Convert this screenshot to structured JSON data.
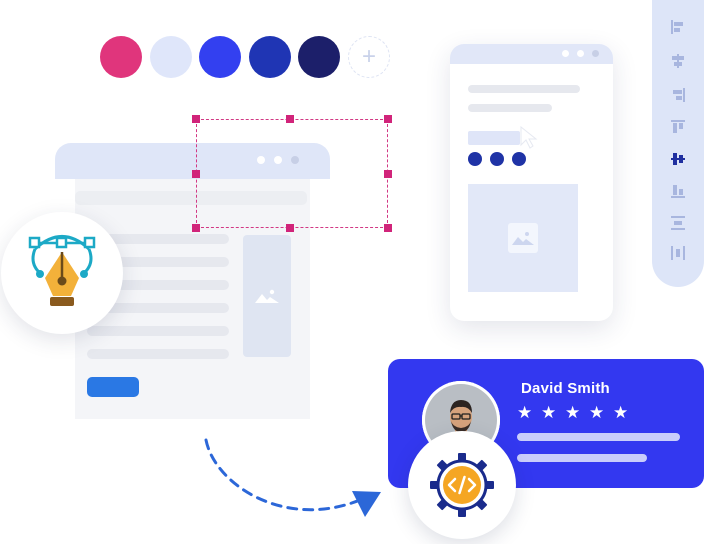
{
  "palette": {
    "swatches": [
      {
        "name": "pink",
        "color": "#e0357c"
      },
      {
        "name": "light-blue",
        "color": "#dfe6fa"
      },
      {
        "name": "bright-blue",
        "color": "#3340f0"
      },
      {
        "name": "royal-blue",
        "color": "#1f35b4"
      },
      {
        "name": "navy",
        "color": "#1c1f6a"
      }
    ],
    "add_icon": "plus-icon"
  },
  "desktop_wireframe": {
    "button_color": "#2a78e4",
    "image_icon": "image-icon"
  },
  "pen_tool": {
    "icon": "pen-tool-icon",
    "accent": "#1ca9c6",
    "nib": "#f3b13a"
  },
  "mobile_wireframe": {
    "dot_color": "#1f33a6",
    "image_icon": "image-icon",
    "cursor_icon": "cursor-icon"
  },
  "toolbar": {
    "tools": [
      "align-left-icon",
      "align-center-vertical-icon",
      "align-right-icon",
      "align-top-icon",
      "align-middle-icon",
      "align-bottom-icon",
      "distribute-horizontal-icon",
      "distribute-vertical-icon"
    ],
    "active_tool_color": "#1f2fa0"
  },
  "profile_card": {
    "name": "David Smith",
    "rating": 5,
    "star_glyph": "★",
    "background": "#3338f0"
  },
  "code_badge": {
    "icon": "code-gear-icon",
    "accent": "#f5a623"
  }
}
